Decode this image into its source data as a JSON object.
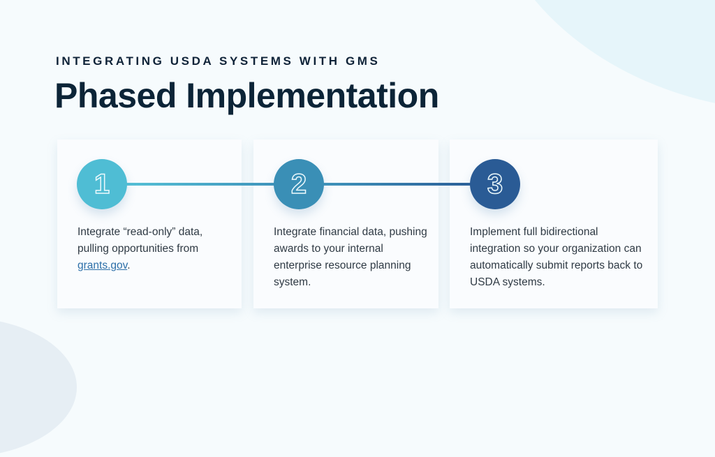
{
  "header": {
    "eyebrow": "INTEGRATING USDA SYSTEMS WITH GMS",
    "title": "Phased Implementation"
  },
  "colors": {
    "title": "#0c2437",
    "step1": "#4fbdd4",
    "step2": "#3a8fb6",
    "step3": "#2a5b95",
    "link": "#2c6fa8"
  },
  "steps": [
    {
      "number": "1",
      "text_before": "Integrate “read-only” data, pulling opportunities from ",
      "link_text": "grants.gov",
      "text_after": "."
    },
    {
      "number": "2",
      "text": "Integrate financial data, pushing awards to your internal enterprise resource planning system."
    },
    {
      "number": "3",
      "text": "Implement full bidirectional integration so your organization can automatically submit reports back to USDA systems."
    }
  ]
}
